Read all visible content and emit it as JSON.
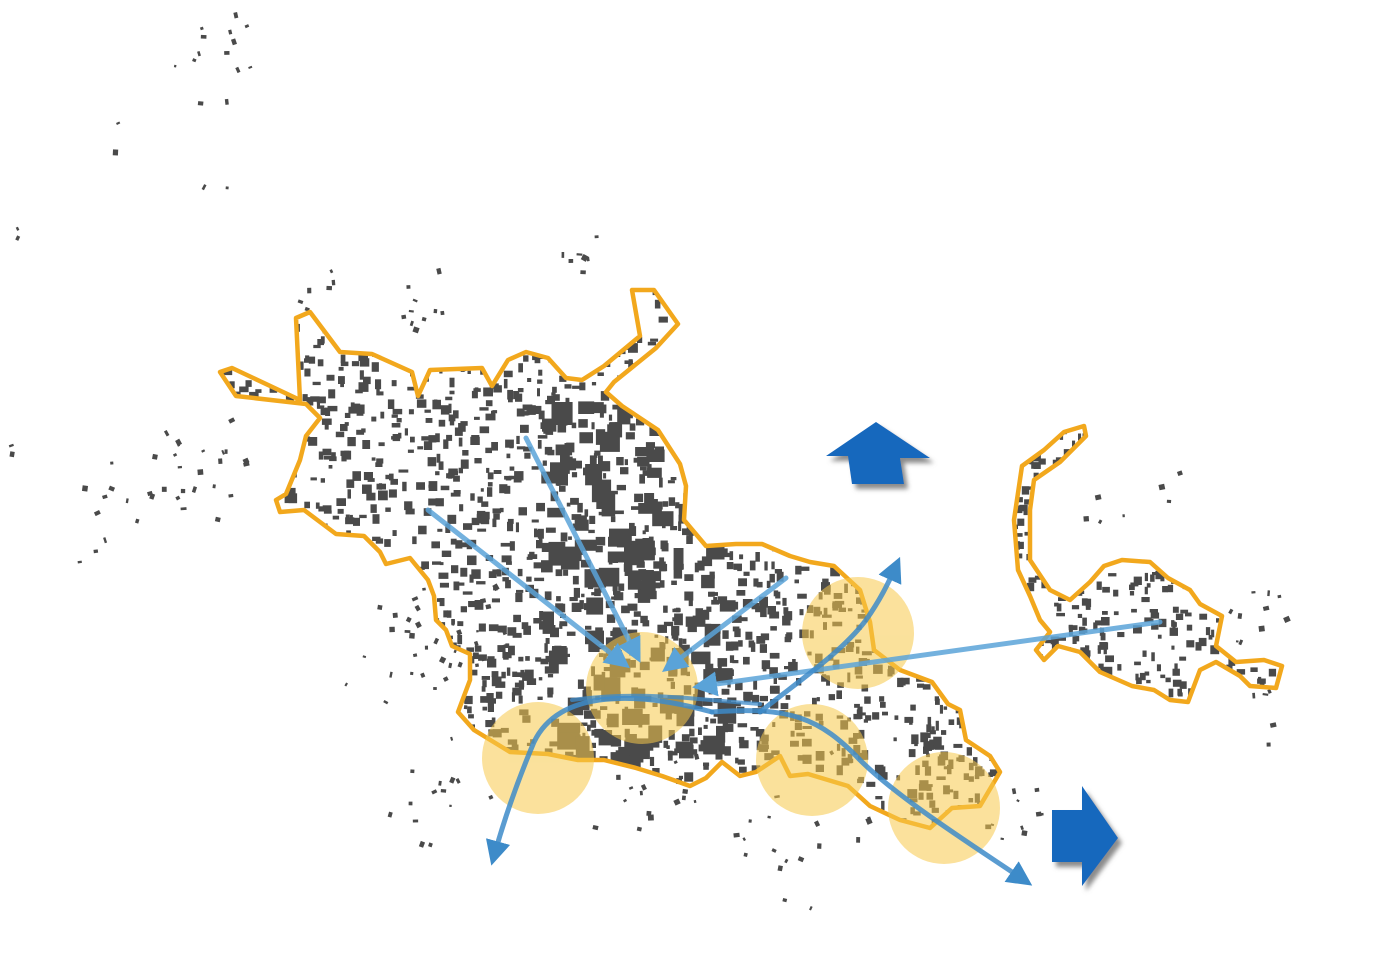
{
  "map": {
    "colors": {
      "background": "#ffffff",
      "boundary": "#f2a81d",
      "buildings": "#4a4a4a",
      "focus_zone": "#f7c94a",
      "flow_arrow": "#5aa3d8",
      "flow_arrow_dark": "#3d8bc9",
      "direction_arrow": "#1768bd",
      "direction_arrow_shadow": "#8a8a8a"
    },
    "icons": {
      "direction_north": "arrow-up-icon",
      "direction_east": "arrow-right-icon"
    },
    "layers": [
      "settlement-boundary",
      "building-footprints",
      "focus-zones",
      "movement-flows",
      "growth-directions"
    ],
    "focus_zone_count": 5,
    "flow_arrow_count": 8
  }
}
